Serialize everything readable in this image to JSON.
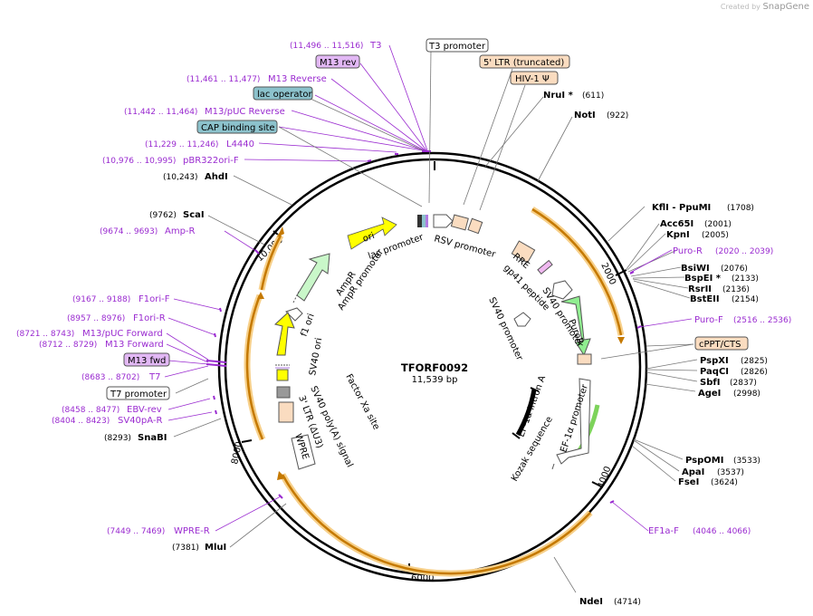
{
  "brand": {
    "created_by": "Created by",
    "name": "SnapGene"
  },
  "plasmid": {
    "name": "TFORF0092",
    "length": "11,539 bp"
  },
  "ticks": [
    "2000",
    "4000",
    "6000",
    "8000",
    "10,000"
  ],
  "sites": {
    "t3": {
      "coord": "(11,496 .. 11,516)",
      "name": "T3"
    },
    "m13rev": {
      "name": "M13 rev"
    },
    "m13reverse": {
      "coord": "(11,461 .. 11,477)",
      "name": "M13 Reverse"
    },
    "lacop": {
      "name": "lac operator"
    },
    "m13puc_rev": {
      "coord": "(11,442 .. 11,464)",
      "name": "M13/pUC Reverse"
    },
    "cap": {
      "name": "CAP binding site"
    },
    "l4440": {
      "coord": "(11,229 .. 11,246)",
      "name": "L4440"
    },
    "pbr322": {
      "coord": "(10,976 .. 10,995)",
      "name": "pBR322ori-F"
    },
    "ahdi": {
      "pos": "(10,243)",
      "name": "AhdI"
    },
    "scai": {
      "pos": "(9762)",
      "name": "ScaI"
    },
    "ampr": {
      "coord": "(9674 .. 9693)",
      "name": "Amp-R"
    },
    "f1orif": {
      "coord": "(9167 .. 9188)",
      "name": "F1ori-F"
    },
    "f1orir": {
      "coord": "(8957 .. 8976)",
      "name": "F1ori-R"
    },
    "m13puc_fwd": {
      "coord": "(8721 .. 8743)",
      "name": "M13/pUC Forward"
    },
    "m13forward": {
      "coord": "(8712 .. 8729)",
      "name": "M13 Forward"
    },
    "m13fwd": {
      "name": "M13 fwd"
    },
    "t7": {
      "coord": "(8683 .. 8702)",
      "name": "T7"
    },
    "t7prom": {
      "name": "T7 promoter"
    },
    "ebv": {
      "coord": "(8458 .. 8477)",
      "name": "EBV-rev"
    },
    "sv40pa": {
      "coord": "(8404 .. 8423)",
      "name": "SV40pA-R"
    },
    "snabi": {
      "pos": "(8293)",
      "name": "SnaBI"
    },
    "wprer": {
      "coord": "(7449 .. 7469)",
      "name": "WPRE-R"
    },
    "mlui": {
      "pos": "(7381)",
      "name": "MluI"
    },
    "t3prom": {
      "name": "T3 promoter"
    },
    "ltr5": {
      "name": "5' LTR (truncated)"
    },
    "hiv": {
      "name": "HIV-1 Ψ"
    },
    "nrui": {
      "name": "NruI *",
      "pos": "(611)"
    },
    "noti": {
      "name": "NotI",
      "pos": "(922)"
    },
    "kfli": {
      "name": "KflI  - PpuMI",
      "pos": "(1708)"
    },
    "acc65i": {
      "name": "Acc65I",
      "pos": "(2001)"
    },
    "kpni": {
      "name": "KpnI",
      "pos": "(2005)"
    },
    "puror": {
      "name": "Puro-R",
      "coord": "(2020 .. 2039)"
    },
    "bsiwi": {
      "name": "BsiWI",
      "pos": "(2076)"
    },
    "bspei": {
      "name": "BspEI *",
      "pos": "(2133)"
    },
    "rsrii": {
      "name": "RsrII",
      "pos": "(2136)"
    },
    "bsteii": {
      "name": "BstEII",
      "pos": "(2154)"
    },
    "purof": {
      "name": "Puro-F",
      "coord": "(2516 .. 2536)"
    },
    "cppt": {
      "name": "cPPT/CTS"
    },
    "pspxi": {
      "name": "PspXI",
      "pos": "(2825)"
    },
    "paqci": {
      "name": "PaqCI",
      "pos": "(2826)"
    },
    "sbfi": {
      "name": "SbfI",
      "pos": "(2837)"
    },
    "agei": {
      "name": "AgeI",
      "pos": "(2998)"
    },
    "pspomi": {
      "name": "PspOMI",
      "pos": "(3533)"
    },
    "apai": {
      "name": "ApaI",
      "pos": "(3537)"
    },
    "fsei": {
      "name": "FseI",
      "pos": "(3624)"
    },
    "ef1af": {
      "name": "EF1a-F",
      "coord": "(4046 .. 4066)"
    },
    "ndei": {
      "name": "NdeI",
      "pos": "(4714)"
    }
  },
  "features": {
    "ori": "ori",
    "lac_promoter": "lac promoter",
    "rsv_promoter": "RSV promoter",
    "ampr": "AmpR",
    "ampr_promoter": "AmpR promoter",
    "f1_ori": "f1 ori",
    "sv40_ori": "SV40 ori",
    "rre": "RRE",
    "gp41": "gp41 peptide",
    "sv40_promoter_a": "SV40 promoter",
    "purор": "PuroR",
    "sv40_promoter_b": "SV40 promoter",
    "factor_xa": "Factor Xa site",
    "sv40_polya": "SV40 poly(A) signal",
    "ltr3": "3' LTR (ΔU3)",
    "wpre": "WPRE",
    "ef1a_intron": "EF-1α intron A",
    "ef1a_promoter": "EF-1α promoter",
    "kozak": "Kozak sequence"
  },
  "colors": {
    "primer": "#9a2bd0",
    "enzyme": "#000000",
    "feature_ring": "#f0a030",
    "ori": "#ffff00",
    "ampr": "#c9f7c9",
    "puro": "#90ee90",
    "operator": "#8cc2cc",
    "ltr": "#fadcc0",
    "mrev": "#e2b8f5"
  }
}
